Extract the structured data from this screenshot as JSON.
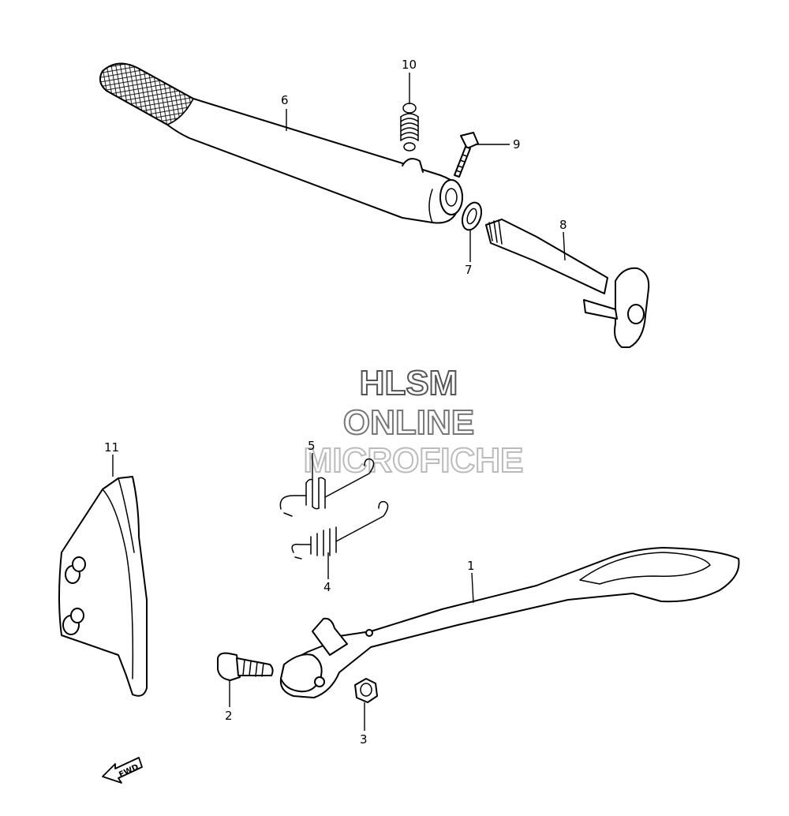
{
  "watermark": {
    "line1": "HLSM",
    "line2": "ONLINE",
    "line3": "MICROFICHE",
    "color_line1": "#555555",
    "color_line2": "#777777",
    "color_line3": "#bbbbbb"
  },
  "callouts": {
    "c1": "1",
    "c2": "2",
    "c3": "3",
    "c4": "4",
    "c5": "5",
    "c6": "6",
    "c7": "7",
    "c8": "8",
    "c9": "9",
    "c10": "10",
    "c11": "11"
  },
  "direction_marker": {
    "label": "FWD",
    "icon": "forward-arrow-icon"
  }
}
